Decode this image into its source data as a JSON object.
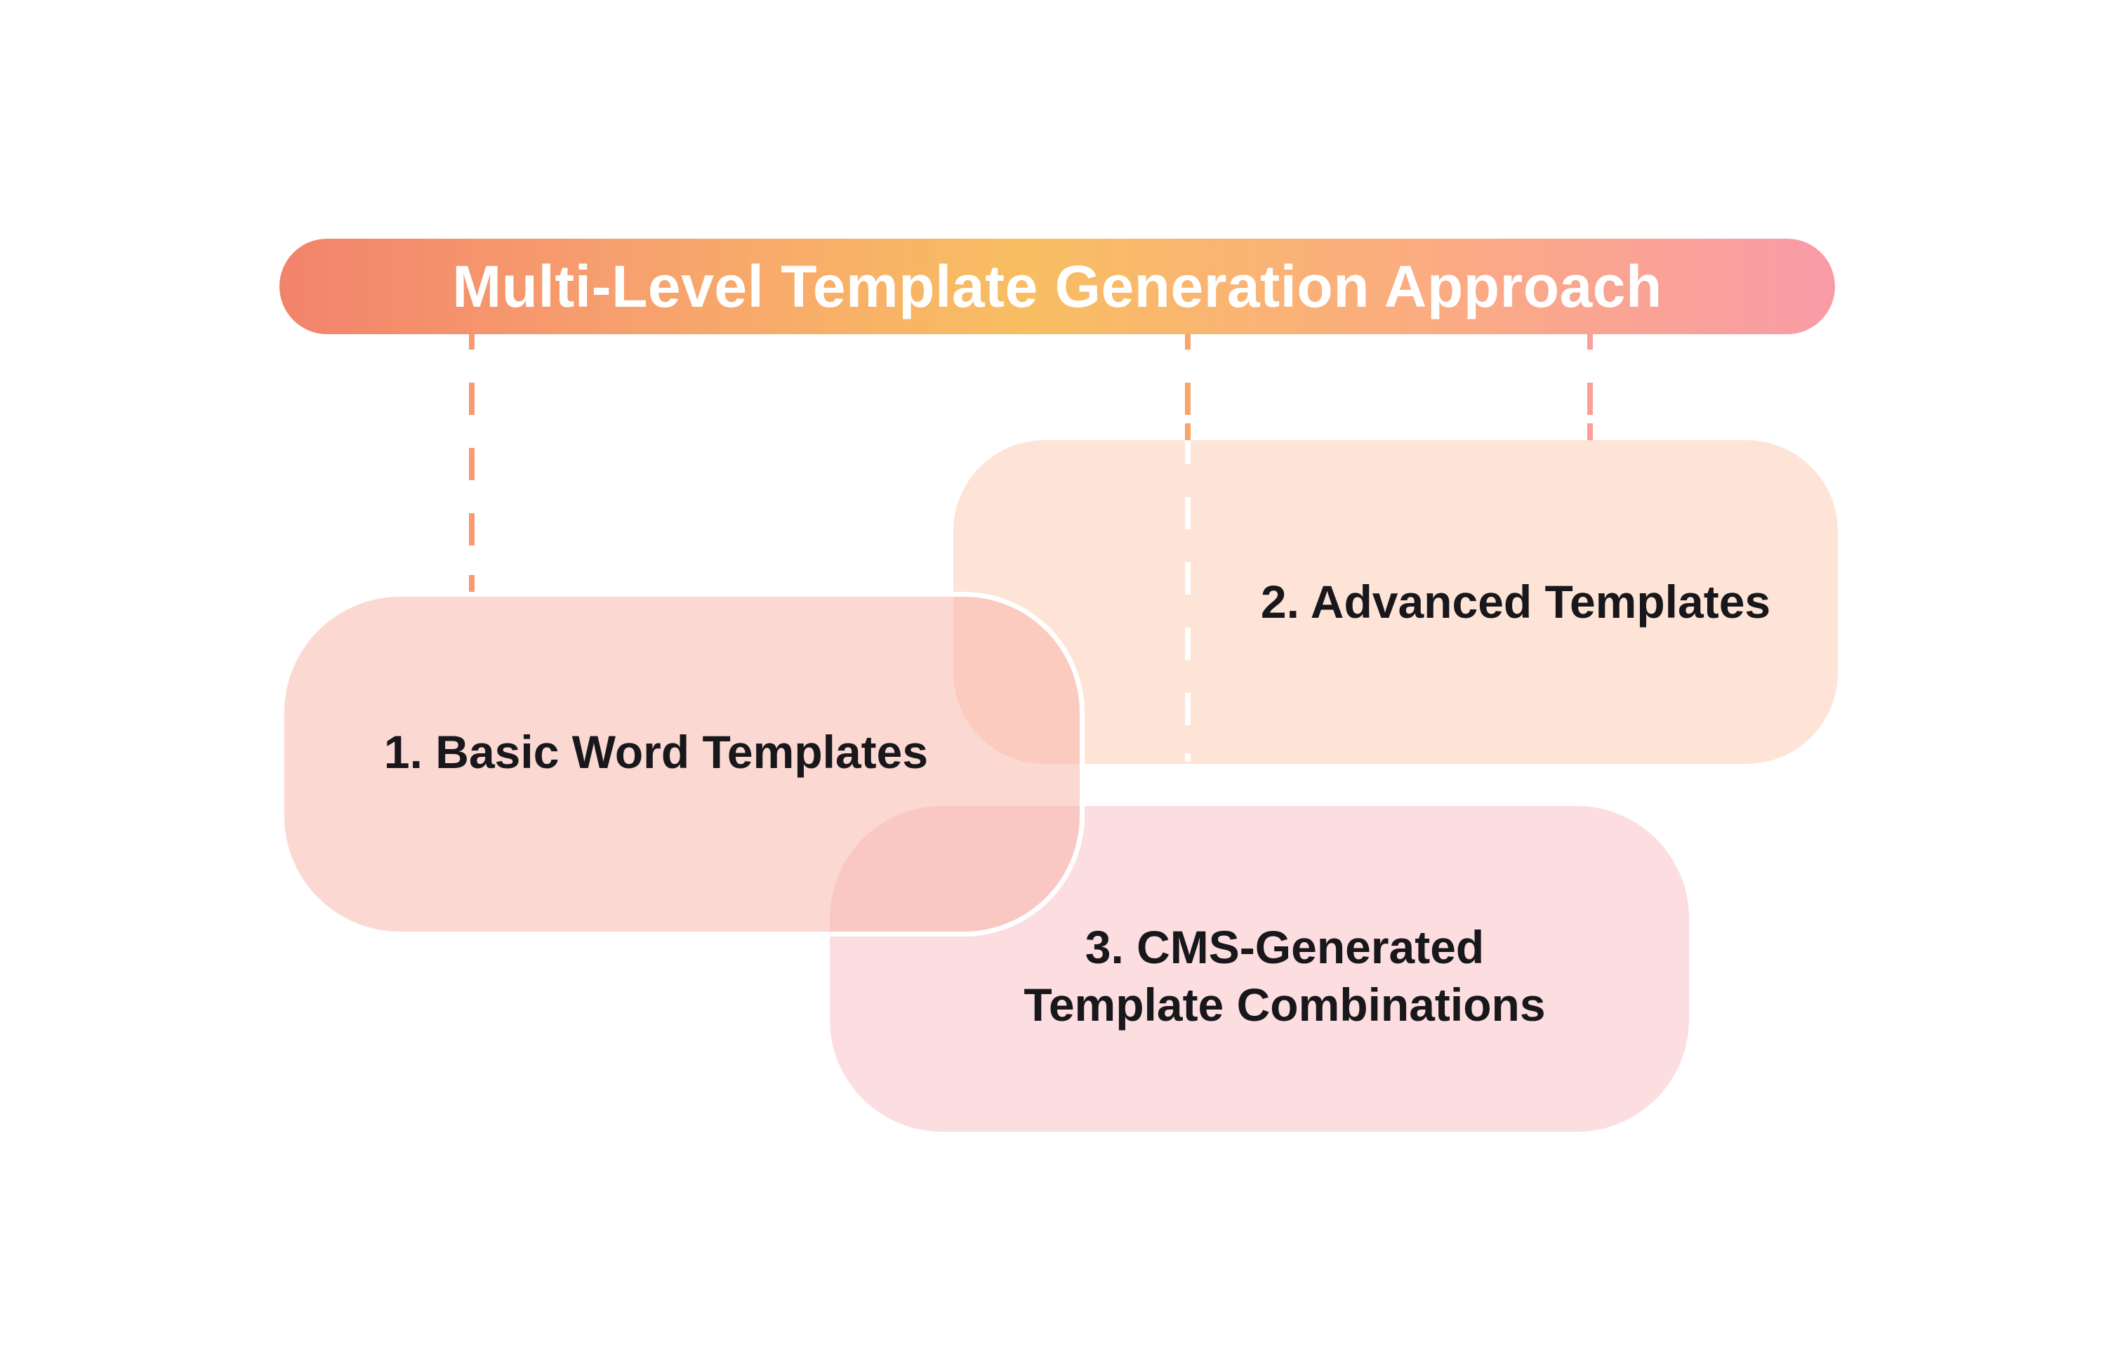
{
  "title": {
    "text": "Multi-Level Template Generation Approach"
  },
  "boxes": [
    {
      "label": "1. Basic Word Templates"
    },
    {
      "label": "2. Advanced Templates"
    },
    {
      "label": "3. CMS-Generated Template Combinations",
      "lines": [
        "3. CMS-Generated",
        "Template Combinations"
      ]
    }
  ],
  "colors": {
    "title_gradient": [
      "#F2836B 0%",
      "#F7A06E 22%",
      "#F8BE62 48%",
      "#FBAC80 73%",
      "#F99BA7 100%"
    ],
    "title_text": "#FFFFFF",
    "box1_fill": "rgba(247,181,168,0.52)",
    "box1_border": "#FFFFFF",
    "box2_fill": "#FDE4D6",
    "box3_fill": "#FCDDE0",
    "label_text": "#17171C",
    "dash1": "#F89B72",
    "dash2": "#F8A569",
    "dash2_overlay": "#FFFFFF",
    "dash3": "#FA9F99"
  }
}
